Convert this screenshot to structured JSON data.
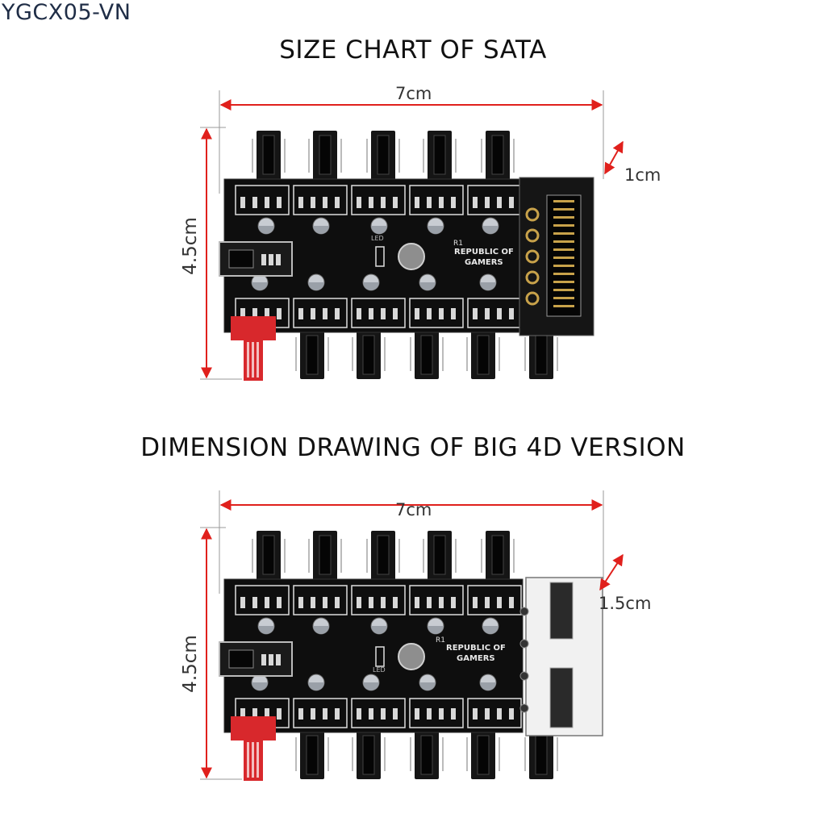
{
  "watermark": "YGCX05-VN",
  "diagrams": [
    {
      "title": "SIZE CHART OF SATA",
      "width_label": "7cm",
      "height_label": "4.5cm",
      "depth_label": "1cm",
      "silkscreen": {
        "r1": "R1",
        "brand_line1": "REPUBLIC OF",
        "brand_line2": "GAMERS",
        "led": "LED"
      }
    },
    {
      "title": "DIMENSION DRAWING OF BIG 4D VERSION",
      "width_label": "7cm",
      "height_label": "4.5cm",
      "depth_label": "1.5cm",
      "silkscreen": {
        "r1": "R1",
        "brand_line1": "REPUBLIC OF",
        "brand_line2": "GAMERS",
        "led": "LED"
      }
    }
  ],
  "colors": {
    "dimension_arrow": "#e0201c",
    "pcb": "#0e0e0e",
    "connector_red": "#d8282c",
    "capacitor": "#c8ccd2"
  }
}
